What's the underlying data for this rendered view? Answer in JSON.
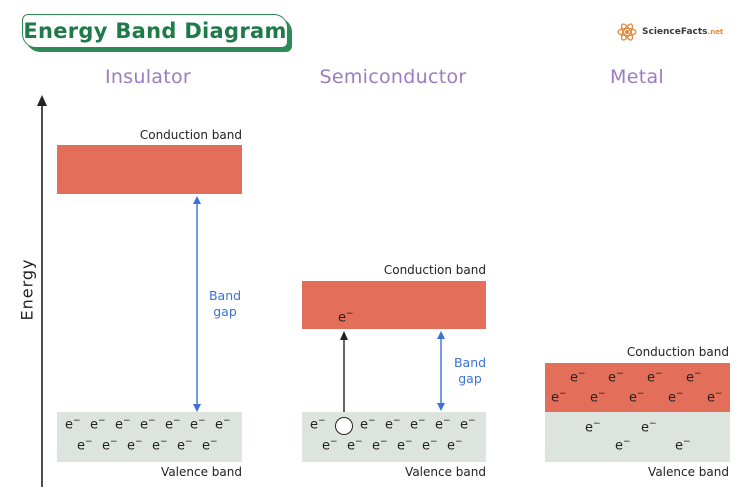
{
  "title": "Energy Band Diagram",
  "logo": {
    "text": "ScienceFacts",
    "suffix": ".net"
  },
  "axis_label": "Energy",
  "colors": {
    "conduction": "#e36f5b",
    "valence": "#dde3dd",
    "gap_arrow": "#3a72d8",
    "column_title": "#9a7cc0",
    "title_green": "#1f7a4a"
  },
  "columns": [
    {
      "name": "Insulator",
      "conduction_label": "Conduction band",
      "valence_label": "Valence band",
      "gap_label_line1": "Band",
      "gap_label_line2": "gap"
    },
    {
      "name": "Semiconductor",
      "conduction_label": "Conduction band",
      "valence_label": "Valence band",
      "gap_label_line1": "Band",
      "gap_label_line2": "gap"
    },
    {
      "name": "Metal",
      "conduction_label": "Conduction band",
      "valence_label": "Valence band"
    }
  ],
  "electron_symbol": "e",
  "electron_sup": "−"
}
